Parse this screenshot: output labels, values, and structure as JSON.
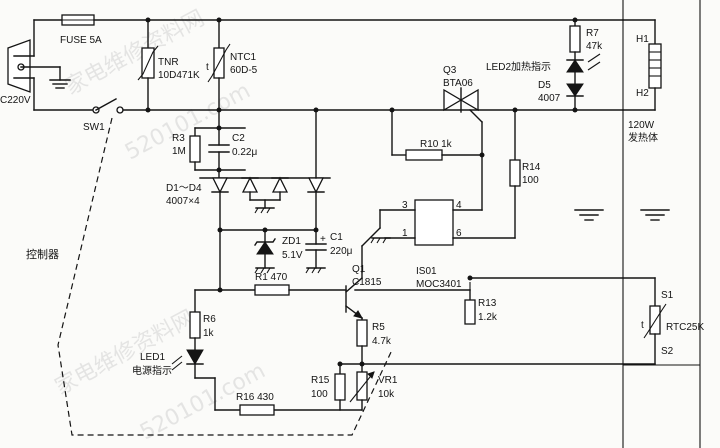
{
  "labels": {
    "fuse": "FUSE 5A",
    "ac_input": "C220V",
    "switch": "SW1",
    "tnr_ref": "TNR",
    "tnr_val": "10D471K",
    "ntc_ref": "NTC1",
    "ntc_val": "60D-5",
    "ntc_t": "t",
    "r7_ref": "R7",
    "r7_val": "47k",
    "led2": "LED2加热指示",
    "d5_ref": "D5",
    "d5_val": "4007",
    "h1": "H1",
    "h2": "H2",
    "q3_ref": "Q3",
    "q3_val": "BTA06",
    "heater_power": "120W",
    "heater_name": "发热体",
    "r3_ref": "R3",
    "r3_val": "1M",
    "c2_ref": "C2",
    "c2_val": "0.22μ",
    "r10": "R10 1k",
    "r14_ref": "R14",
    "r14_val": "100",
    "d_bridge_ref": "D1～D4",
    "d_bridge_val": "4007×4",
    "c1_ref": "C1",
    "c1_val": "220μ",
    "c1_plus": "+",
    "zd1_ref": "ZD1",
    "zd1_val": "5.1V",
    "controller": "控制器",
    "pin3": "3",
    "pin4": "4",
    "pin1": "1",
    "pin6": "6",
    "opto_ref": "IS01",
    "opto_val": "MOC3401",
    "r1": "R1 470",
    "q1_ref": "Q1",
    "q1_val": "C1815",
    "r6_ref": "R6",
    "r6_val": "1k",
    "r13_ref": "R13",
    "r13_val": "1.2k",
    "s1": "S1",
    "s2": "S2",
    "rtc_ref": "RTC25K",
    "rtc_t": "t",
    "r5_ref": "R5",
    "r5_val": "4.7k",
    "led1_ref": "LED1",
    "led1_name": "电源指示",
    "r15_ref": "R15",
    "r15_val": "100",
    "vr1_ref": "VR1",
    "vr1_val": "10k",
    "r16": "R16 430"
  },
  "watermark": {
    "w1": "家电维修资料网",
    "w2": "520101.com",
    "w3": "家电维修资料网",
    "w4": "520101.com"
  }
}
